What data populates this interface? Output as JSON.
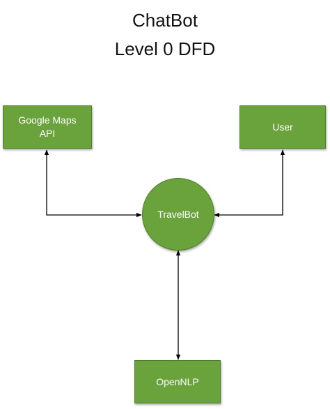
{
  "title": {
    "line1": "ChatBot",
    "line2": "Level 0 DFD"
  },
  "nodes": {
    "google_maps": {
      "line1": "Google Maps",
      "line2": "API"
    },
    "user": {
      "label": "User"
    },
    "travelbot": {
      "label": "TravelBot"
    },
    "opennlp": {
      "label": "OpenNLP"
    }
  },
  "edges": [
    {
      "from": "Google Maps API",
      "to": "TravelBot",
      "direction": "bidirectional"
    },
    {
      "from": "User",
      "to": "TravelBot",
      "direction": "bidirectional"
    },
    {
      "from": "OpenNLP",
      "to": "TravelBot",
      "direction": "bidirectional"
    }
  ],
  "colors": {
    "node_fill": "#6aa23c",
    "node_border": "#4e7f2a",
    "node_text": "#ffffff",
    "connector": "#000000"
  }
}
